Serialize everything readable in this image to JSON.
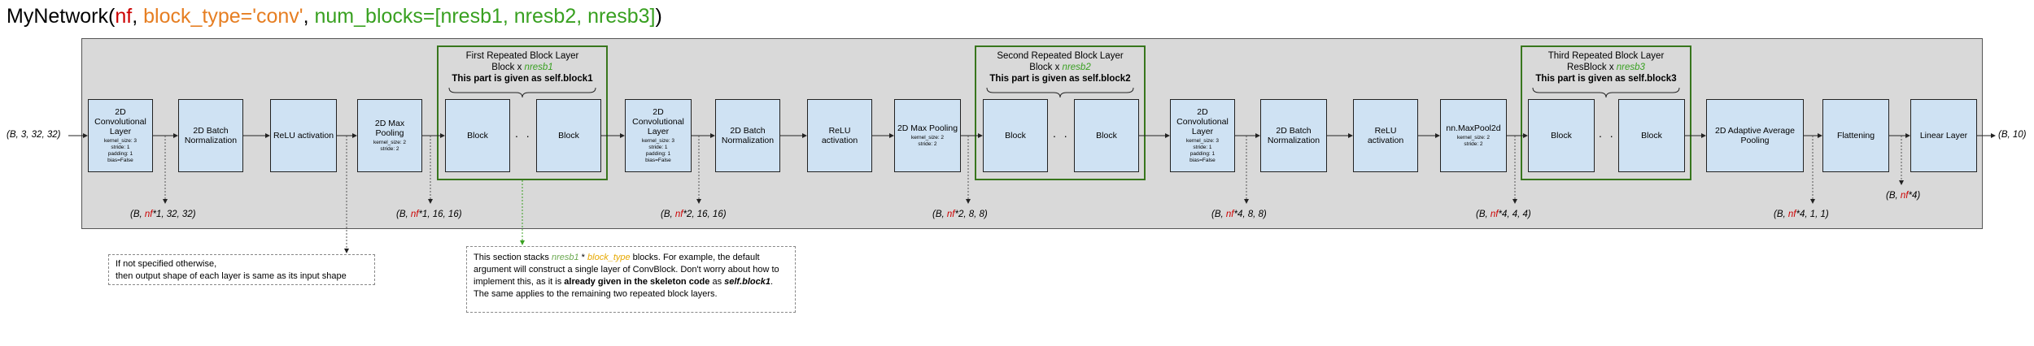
{
  "title": {
    "fn": "MyNetwork(",
    "arg1": "nf",
    "sep1": ", ",
    "arg2": "block_type='conv'",
    "sep2": ", ",
    "arg3": "num_blocks=[nresb1, nresb2, nresb3]",
    "close": ")"
  },
  "input_shape": "(B, 3, 32, 32)",
  "output_shape": "(B, 10)",
  "blocks": {
    "conv1": {
      "title": "2D Convolutional Layer",
      "sub": [
        "kernel_size: 3",
        "stride: 1",
        "padding: 1",
        "bias=False"
      ]
    },
    "bn1": {
      "title": "2D Batch Normalization"
    },
    "relu1": {
      "title": "ReLU activation"
    },
    "pool1": {
      "title": "2D Max Pooling",
      "sub": [
        "kernel_size: 2",
        "stride: 2"
      ]
    },
    "conv2": {
      "title": "2D Convolutional Layer",
      "sub": [
        "kernel_size: 3",
        "stride: 1",
        "padding: 1",
        "bias=False"
      ]
    },
    "bn2": {
      "title": "2D Batch Normalization"
    },
    "relu2": {
      "title": "ReLU activation"
    },
    "pool2": {
      "title": "2D Max Pooling",
      "sub": [
        "kernel_size: 2",
        "stride: 2"
      ]
    },
    "conv3": {
      "title": "2D Convolutional Layer",
      "sub": [
        "kernel_size: 3",
        "stride: 1",
        "padding: 1",
        "bias=False"
      ]
    },
    "bn3": {
      "title": "2D Batch Normalization"
    },
    "relu3": {
      "title": "ReLU activation"
    },
    "pool3": {
      "title": "nn.MaxPool2d",
      "sub": [
        "kernel_size: 2",
        "stride: 2"
      ]
    },
    "adapt": {
      "title": "2D Adaptive Average Pooling"
    },
    "flatten": {
      "title": "Flattening"
    },
    "linear": {
      "title": "Linear Layer"
    }
  },
  "groups": [
    {
      "name": "First Repeated Block Layer",
      "block": "Block x ",
      "var": "nresb1",
      "given": "This part is given as self.block1",
      "inner": [
        "Block",
        "Block"
      ],
      "dots": ". . ."
    },
    {
      "name": "Second Repeated Block Layer",
      "block": "Block x ",
      "var": "nresb2",
      "given": "This part is given as self.block2",
      "inner": [
        "Block",
        "Block"
      ],
      "dots": ". . ."
    },
    {
      "name": "Third Repeated Block Layer",
      "block": "ResBlock x ",
      "var": "nresb3",
      "given": "This part is given as self.block3",
      "inner": [
        "Block",
        "Block"
      ],
      "dots": ". . ."
    }
  ],
  "shapes": [
    {
      "pre": "(B, ",
      "nf": "nf",
      "post": "*1, 32, 32)"
    },
    {
      "pre": "(B, ",
      "nf": "nf",
      "post": "*1, 16, 16)"
    },
    {
      "pre": "(B, ",
      "nf": "nf",
      "post": "*2, 16, 16)"
    },
    {
      "pre": "(B, ",
      "nf": "nf",
      "post": "*2, 8, 8)"
    },
    {
      "pre": "(B, ",
      "nf": "nf",
      "post": "*4, 8, 8)"
    },
    {
      "pre": "(B, ",
      "nf": "nf",
      "post": "*4, 4, 4)"
    },
    {
      "pre": "(B, ",
      "nf": "nf",
      "post": "*4, 1, 1)"
    },
    {
      "pre": "(B, ",
      "nf": "nf",
      "post": "*4)"
    }
  ],
  "notes": {
    "shape_note": {
      "line1": "If not specified otherwise,",
      "line2": "then output shape of each layer is same as its input shape"
    },
    "block_note": {
      "p1": "This section stacks ",
      "v1": "nresb1",
      "p2": " * ",
      "v2": "block_type",
      "p3": " blocks. For example, the default argument will construct a single layer of ConvBlock. Don't worry about how to implement this, as it is ",
      "b1": "already given in the skeleton code",
      "p4": " as ",
      "b2": "self.block1",
      "p5": ". The same applies to the remaining two repeated block layers."
    }
  },
  "colors": {
    "box_fill": "#cfe2f3",
    "panel_fill": "#d9d9d9",
    "group_border": "#38761d",
    "accent_red": "#cc0000",
    "accent_orange": "#e67e22",
    "accent_green": "#38a020"
  }
}
